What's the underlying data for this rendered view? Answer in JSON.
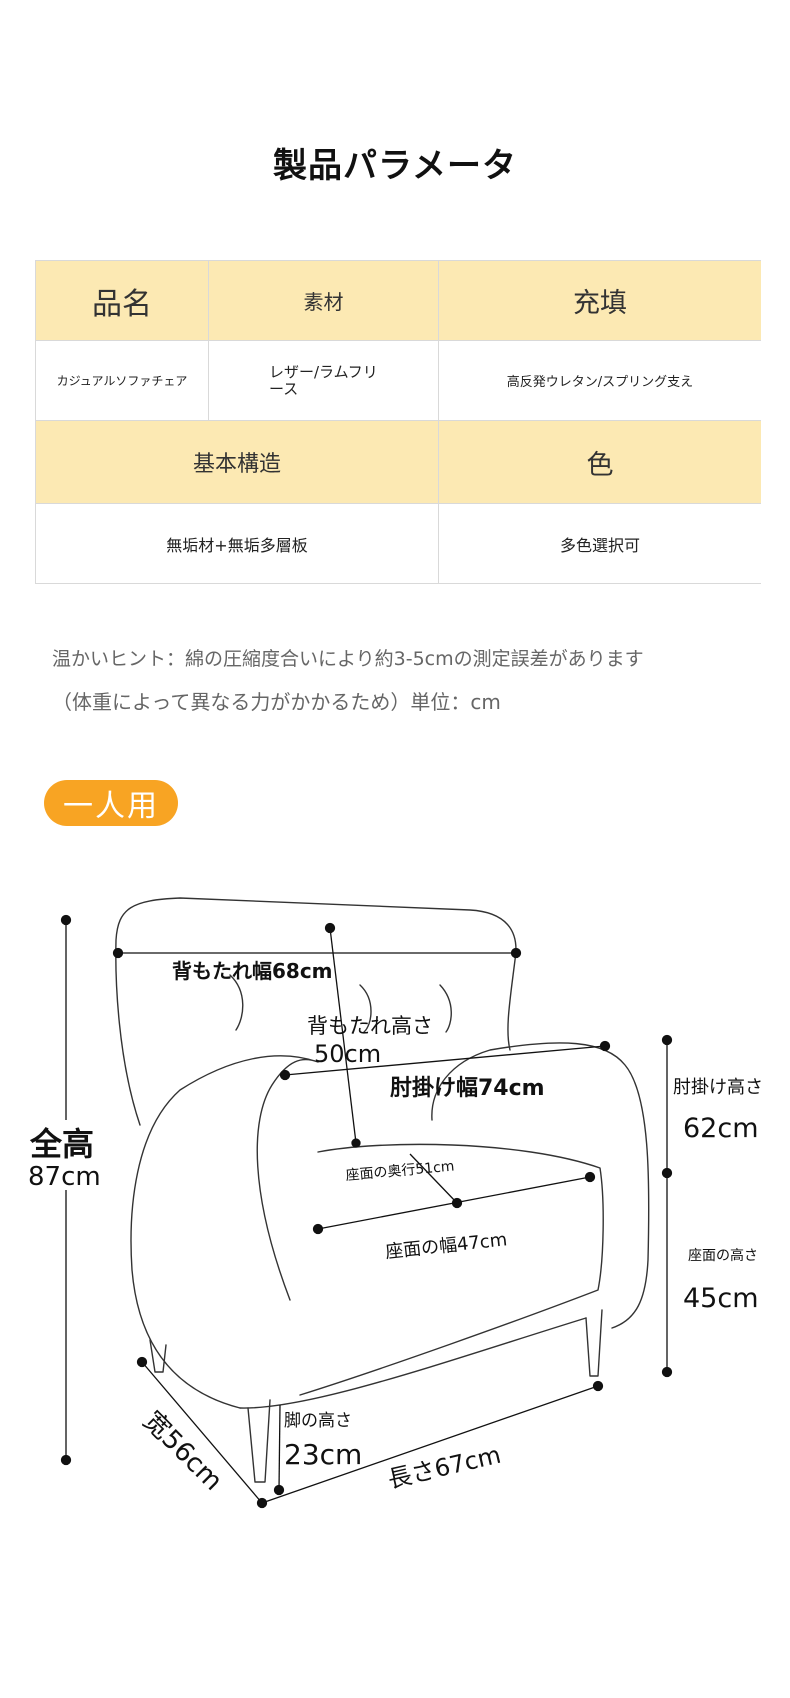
{
  "title": "製品パラメータ",
  "table": {
    "row1_headers": [
      "品名",
      "素材",
      "充填"
    ],
    "row1_values": [
      "カジュアルソファチェア",
      "レザー/ラムフリース",
      "高反発ウレタン/スプリング支え"
    ],
    "row2_headers": [
      "基本構造",
      "色"
    ],
    "row2_values": [
      "無垢材+無垢多層板",
      "多色選択可"
    ]
  },
  "notes": [
    "温かいヒント：綿の圧縮度合いにより約3-5cmの測定誤差があります",
    "（体重によって異なる力がかかるため）単位：cm"
  ],
  "badge": "一人用",
  "dimensions": {
    "total_height_label": "全高",
    "total_height_value": "87cm",
    "back_width": "背もたれ幅68cm",
    "back_height_label": "背もたれ高さ",
    "back_height_value": "50cm",
    "armrest_width": "肘掛け幅74cm",
    "armrest_height_label": "肘掛け高さ",
    "armrest_height_value": "62cm",
    "seat_depth": "座面の奥行51cm",
    "seat_width": "座面の幅47cm",
    "seat_height_label": "座面の高さ",
    "seat_height_value": "45cm",
    "leg_height_label": "脚の高さ",
    "leg_height_value": "23cm",
    "width": "宽56cm",
    "length": "長さ67cm"
  },
  "colors": {
    "header_bg": "#fce9b3",
    "badge_bg": "#f8a423"
  }
}
